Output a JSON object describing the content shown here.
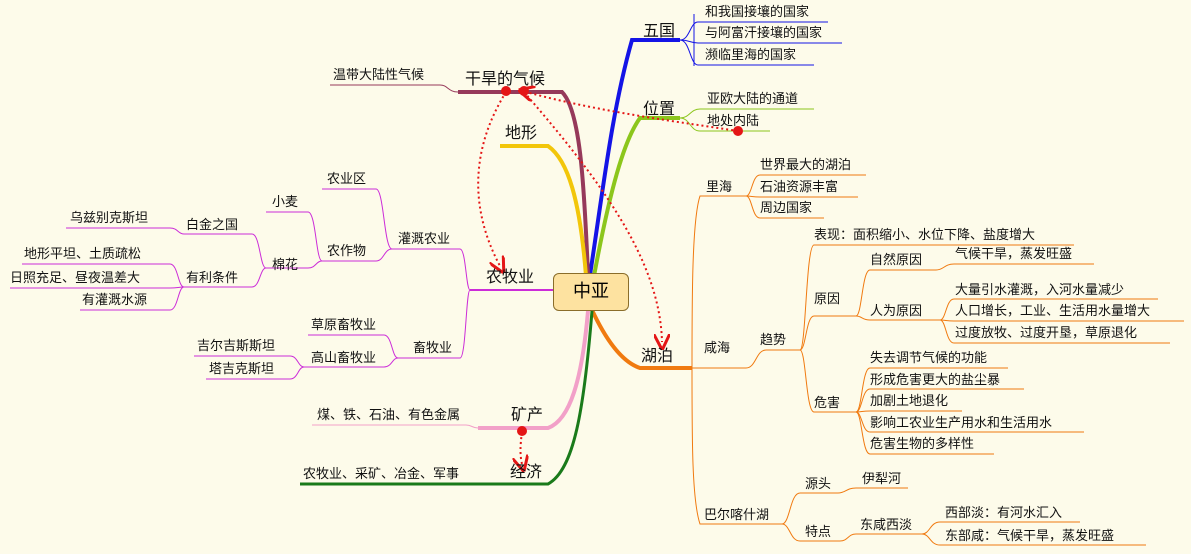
{
  "root": "中亚",
  "left": {
    "climate": {
      "label": "干旱的气候",
      "child": "温带大陆性气候"
    },
    "terrain": {
      "label": "地形"
    },
    "agriculture": {
      "label": "农牧业",
      "irrigated": {
        "label": "灌溉农业",
        "area": "农业区",
        "crops": {
          "label": "农作物",
          "wheat": "小麦",
          "cotton": {
            "label": "棉花",
            "white_gold": {
              "label": "白金之国",
              "child": "乌兹别克斯坦"
            },
            "conditions": {
              "label": "有利条件",
              "items": [
                "地形平坦、土质疏松",
                "日照充足、昼夜温差大",
                "有灌溉水源"
              ]
            }
          }
        }
      },
      "pastoral": {
        "label": "畜牧业",
        "grassland": "草原畜牧业",
        "highland": {
          "label": "高山畜牧业",
          "items": [
            "吉尔吉斯斯坦",
            "塔吉克斯坦"
          ]
        }
      }
    },
    "minerals": {
      "label": "矿产",
      "child": "煤、铁、石油、有色金属"
    },
    "economy": {
      "label": "经济",
      "child": "农牧业、采矿、冶金、军事"
    }
  },
  "right": {
    "five": {
      "label": "五国",
      "items": [
        "和我国接壤的国家",
        "与阿富汗接壤的国家",
        "濒临里海的国家"
      ]
    },
    "location": {
      "label": "位置",
      "items": [
        "亚欧大陆的通道",
        "地处内陆"
      ]
    },
    "lakes": {
      "label": "湖泊",
      "caspian": {
        "label": "里海",
        "items": [
          "世界最大的湖泊",
          "石油资源丰富",
          "周边国家"
        ]
      },
      "aral": {
        "label": "咸海",
        "trend": {
          "label": "趋势",
          "manifest": "表现：面积缩小、水位下降、盐度增大",
          "cause": {
            "label": "原因",
            "natural": {
              "label": "自然原因",
              "child": "气候干旱，蒸发旺盛"
            },
            "human": {
              "label": "人为原因",
              "items": [
                "大量引水灌溉，入河水量减少",
                "人口增长，工业、生活用水量增大",
                "过度放牧、过度开垦，草原退化"
              ]
            }
          },
          "harm": {
            "label": "危害",
            "items": [
              "失去调节气候的功能",
              "形成危害更大的盐尘暴",
              "加剧土地退化",
              "影响工农业生产用水和生活用水",
              "危害生物的多样性"
            ]
          }
        }
      },
      "balkhash": {
        "label": "巴尔喀什湖",
        "source": {
          "label": "源头",
          "child": "伊犁河"
        },
        "feature": {
          "label": "特点",
          "sub": "东咸西淡",
          "items": [
            "西部淡：有河水汇入",
            "东部咸：气候干旱，蒸发旺盛"
          ]
        }
      }
    }
  },
  "colors": {
    "background": "#fdfbea",
    "root_fill": "#fde2a0",
    "five": "#1414e6",
    "location": "#8cc61c",
    "lakes": "#f07a10",
    "climate": "#96395a",
    "terrain": "#f2c60a",
    "agriculture": "#cc2cd8",
    "minerals": "#f2a0c8",
    "economy": "#1a7a1a",
    "arrow": "#e41616"
  }
}
